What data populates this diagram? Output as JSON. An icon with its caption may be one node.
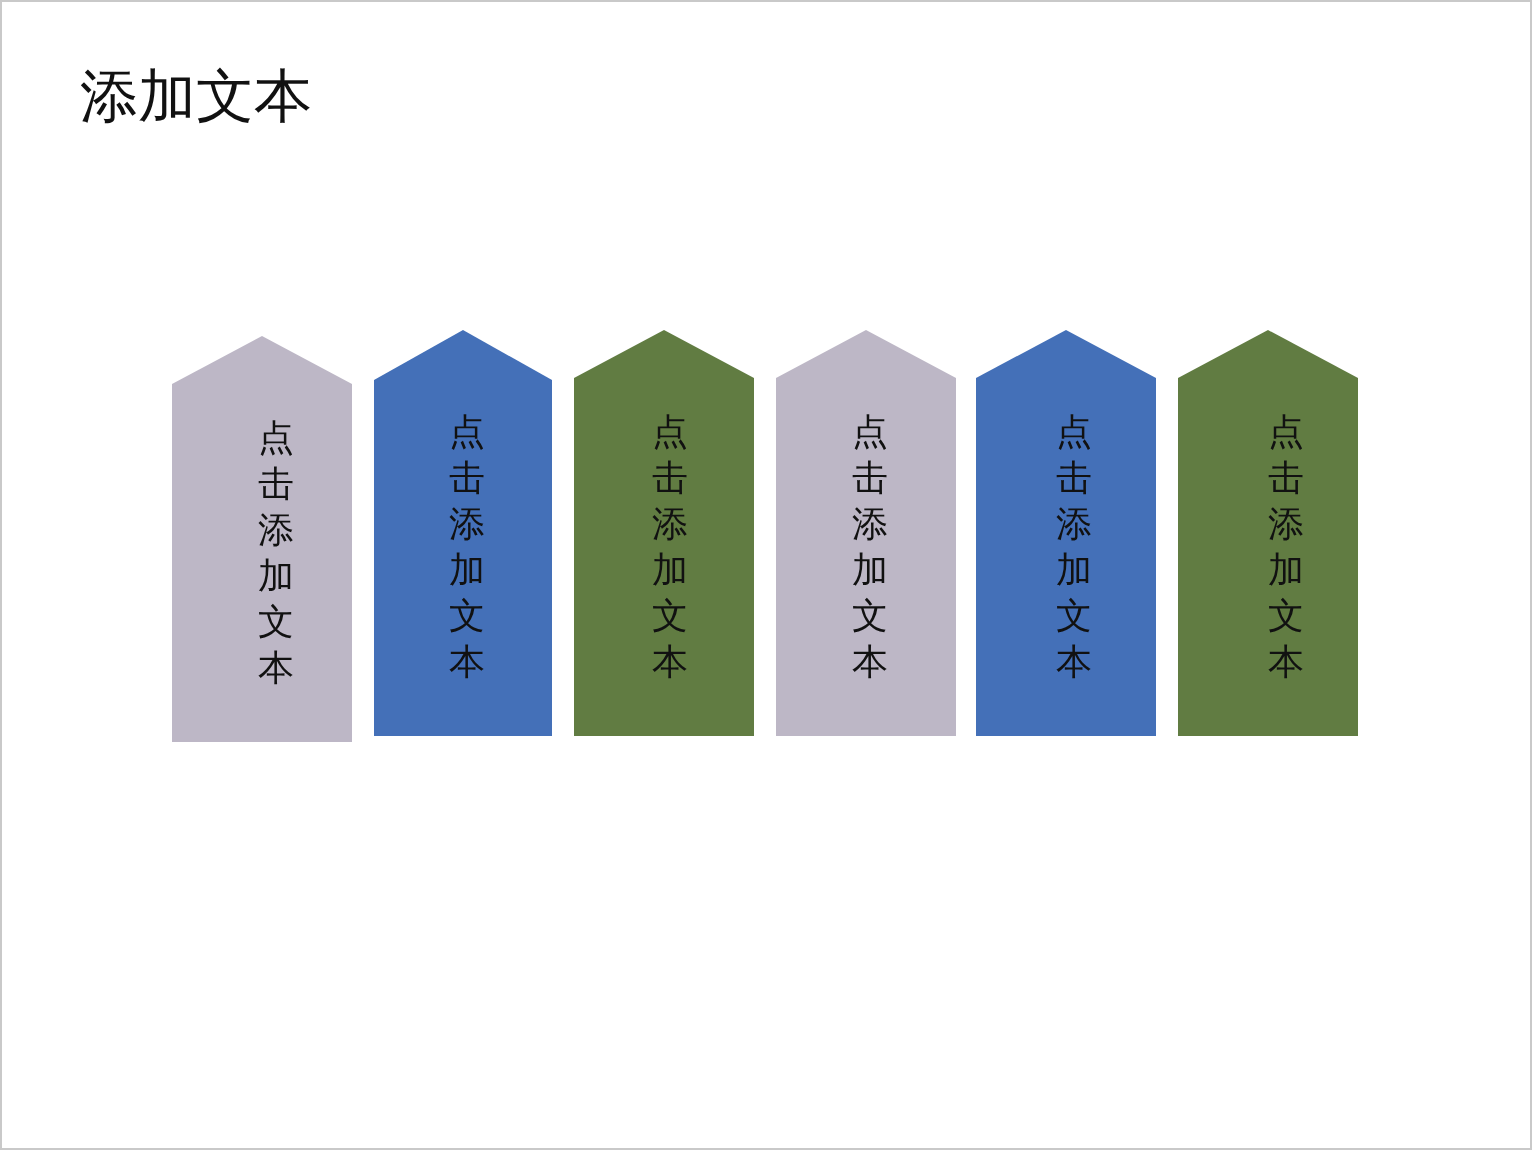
{
  "diagram": {
    "title": "添加文本",
    "nodes": [
      {
        "text": [
          "点击添加文本"
        ]
      },
      {
        "text": [
          "点击添加文本"
        ]
      },
      {
        "text": [
          "点击添加文本"
        ]
      },
      {
        "text": [
          "点击添加文本"
        ]
      },
      {
        "text": [
          "点击添加文本"
        ]
      },
      {
        "text": [
          "点击添加文本"
        ]
      }
    ]
  }
}
